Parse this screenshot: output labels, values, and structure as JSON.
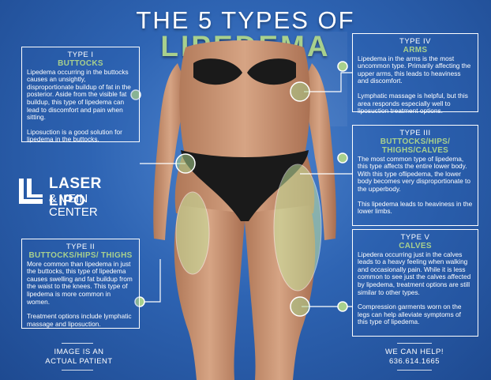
{
  "title": {
    "line1": "THE 5 TYPES OF",
    "line2": "LIPEDEMA"
  },
  "logo": {
    "line1": "LASER LIPO",
    "line2": "& VEIN CENTER"
  },
  "types": [
    {
      "type": "TYPE I",
      "name": "BUTTOCKS",
      "p1": "Lipedema occurring in the buttocks causes an unsightly, disproportionate buildup of fat in the posterior. Aside from the visible fat buildup, this type of lipedema can lead to discomfort and pain when sitting.",
      "p2": "Liposuction is a good solution for lipedema in the buttocks."
    },
    {
      "type": "TYPE II",
      "name": "BUTTOCKS/HIPS/ THIGHS",
      "p1": "More common than lipedema in just the buttocks, this type of lipedema causes swelling and fat buildup from the waist to the knees. This type of lipedema is more common in women.",
      "p2": "Treatment options include lymphatic massage and liposuction."
    },
    {
      "type": "TYPE IV",
      "name": "ARMS",
      "p1": "Lipedema in the arms is the most uncommon type. Primarily affecting the upper arms, this leads to heaviness and discomfort.",
      "p2": "Lymphatic massage is helpful, but this area responds especially well to liposuction treatment options."
    },
    {
      "type": "TYPE III",
      "name": "BUTTOCKS/HIPS/ THIGHS/CALVES",
      "p1": "The most common type of lipedema, this type affects the entire lower body. With this type oflipedema, the lower body becomes very disproportionate to the upperbody.",
      "p2": "This lipedema leads to heaviness in the lower limbs."
    },
    {
      "type": "TYPE V",
      "name": "CALVES",
      "p1": "Lipedera occurring just in the calves leads to a heavy feeling when walking and occasionally pain. While it is less common to see just the calves affected by lipedema, treatment options are still similar to other types.",
      "p2": "Compression garments worn on the legs can help alleviate symptoms of this type of lipedema."
    }
  ],
  "footer": {
    "left_line1": "IMAGE IS AN",
    "left_line2": "ACTUAL PATIENT",
    "right_line1": "WE CAN HELP!",
    "right_line2": "636.614.1665"
  },
  "colors": {
    "accent_green": "#a8d08d",
    "background_blue": "#2e64b3",
    "highlight": "#c8e6a0"
  }
}
